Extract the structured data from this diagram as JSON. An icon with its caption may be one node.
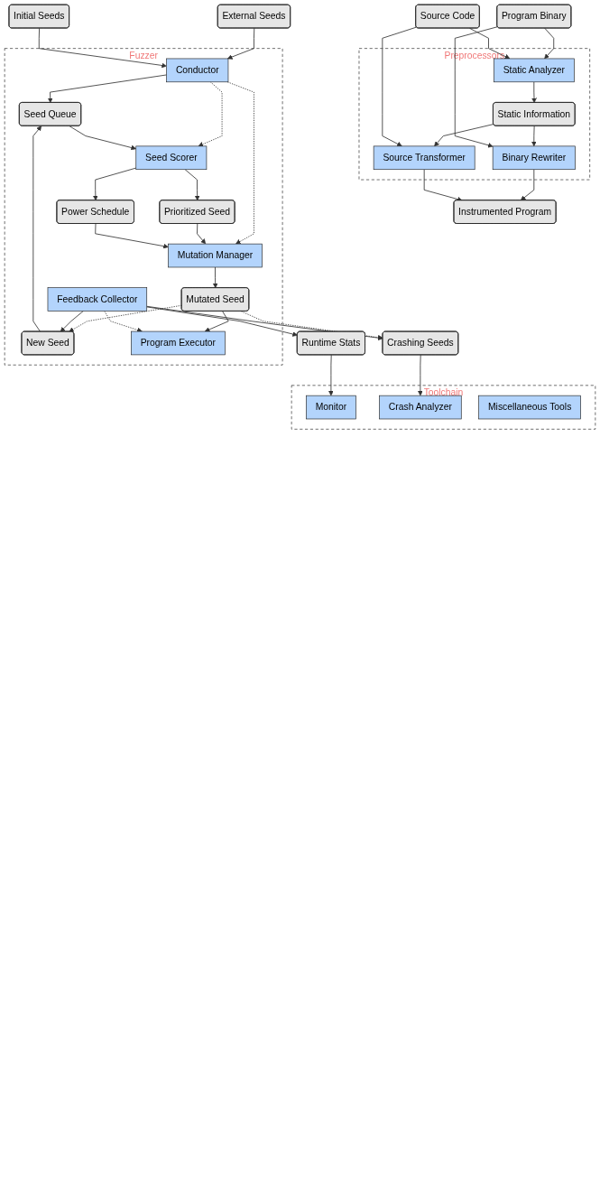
{
  "diagram": {
    "nodes": [
      {
        "text": [
          "Program Binary"
        ]
      },
      {
        "text": [
          "Source Code"
        ]
      },
      {
        "text": [
          "Preprocessors"
        ]
      },
      {
        "text": [
          "Static Analyzer"
        ],
        "in": 2
      },
      {
        "text": [
          "Static Information"
        ],
        "in": 2
      },
      {
        "text": [
          "Binary Rewriter"
        ],
        "in": 2
      },
      {
        "text": [
          "Source Transformer"
        ],
        "in": 2
      },
      {
        "text": [
          "External Seeds"
        ]
      },
      {
        "text": [
          "Instrumented Program"
        ]
      },
      {
        "text": [
          "Initial Seeds"
        ]
      },
      {
        "text": [
          "Fuzzer"
        ]
      },
      {
        "text": [
          "Conductor"
        ],
        "in": 10
      },
      {
        "text": [
          "Seed Queue"
        ],
        "in": 10
      },
      {
        "text": [
          "Seed Scorer"
        ],
        "in": 10
      },
      {
        "text": [
          "Prioritized Seed"
        ],
        "in": 10
      },
      {
        "text": [
          "Power Schedule"
        ],
        "in": 10
      },
      {
        "text": [
          "Mutation Manager"
        ],
        "in": 10
      },
      {
        "text": [
          "New Seed"
        ],
        "in": 10
      },
      {
        "text": [
          "Mutated Seed"
        ],
        "in": 10
      },
      {
        "text": [
          "Program Executor"
        ],
        "in": 10
      },
      {
        "text": [
          "Feedback Collector"
        ],
        "in": 10
      },
      {
        "text": [
          "Runtime Stats"
        ]
      },
      {
        "text": [
          "Crashing Seeds"
        ]
      },
      {
        "text": [
          "Toolchain"
        ]
      },
      {
        "text": [
          "Monitor"
        ],
        "in": 23
      },
      {
        "text": [
          "Crash Analyzer"
        ],
        "in": 23
      },
      {
        "text": [
          "Miscellaneous Tools"
        ],
        "in": 23
      }
    ],
    "edges": [
      {
        "from": 0,
        "to": 3,
        "arrow": "to"
      },
      {
        "from": 1,
        "to": 3,
        "arrow": "to"
      },
      {
        "from": 3,
        "to": 4,
        "arrow": "to"
      },
      {
        "from": 4,
        "to": 5,
        "arrow": "to"
      },
      {
        "from": 4,
        "to": 6,
        "arrow": "to"
      },
      {
        "from": 0,
        "to": 5,
        "arrow": "to"
      },
      {
        "from": 1,
        "to": 6,
        "arrow": "to"
      },
      {
        "from": 5,
        "to": 8,
        "arrow": "to"
      },
      {
        "from": 6,
        "to": 8,
        "arrow": "to"
      },
      {
        "from": 7,
        "to": 11,
        "arrow": "to"
      },
      {
        "from": 9,
        "to": 11,
        "arrow": "to"
      },
      {
        "from": 11,
        "to": 12,
        "arrow": "to"
      },
      {
        "from": 11,
        "to": 13,
        "arrow": "to",
        "style": "dashed"
      },
      {
        "from": 11,
        "to": 16,
        "arrow": "to",
        "style": "dashed"
      },
      {
        "from": 12,
        "to": 13,
        "arrow": "to"
      },
      {
        "from": 13,
        "to": 14,
        "arrow": "to"
      },
      {
        "from": 13,
        "to": 15,
        "arrow": "to"
      },
      {
        "from": 14,
        "to": 16,
        "arrow": "to"
      },
      {
        "from": 15,
        "to": 16,
        "arrow": "to"
      },
      {
        "from": 16,
        "to": 18,
        "arrow": "to"
      },
      {
        "from": 18,
        "to": 17,
        "arrow": "to",
        "style": "dashed"
      },
      {
        "from": 17,
        "to": 12,
        "arrow": "to"
      },
      {
        "from": 18,
        "to": 19,
        "arrow": "to"
      },
      {
        "from": 18,
        "to": 22,
        "arrow": "to",
        "style": "dashed"
      },
      {
        "from": 20,
        "to": 17,
        "arrow": "to"
      },
      {
        "from": 20,
        "to": 19,
        "arrow": "to",
        "style": "dashed"
      },
      {
        "from": 20,
        "to": 21,
        "arrow": "to"
      },
      {
        "from": 20,
        "to": 22,
        "arrow": "to"
      },
      {
        "from": 21,
        "to": 24,
        "arrow": "to"
      },
      {
        "from": 22,
        "to": 25,
        "arrow": "to"
      }
    ]
  }
}
